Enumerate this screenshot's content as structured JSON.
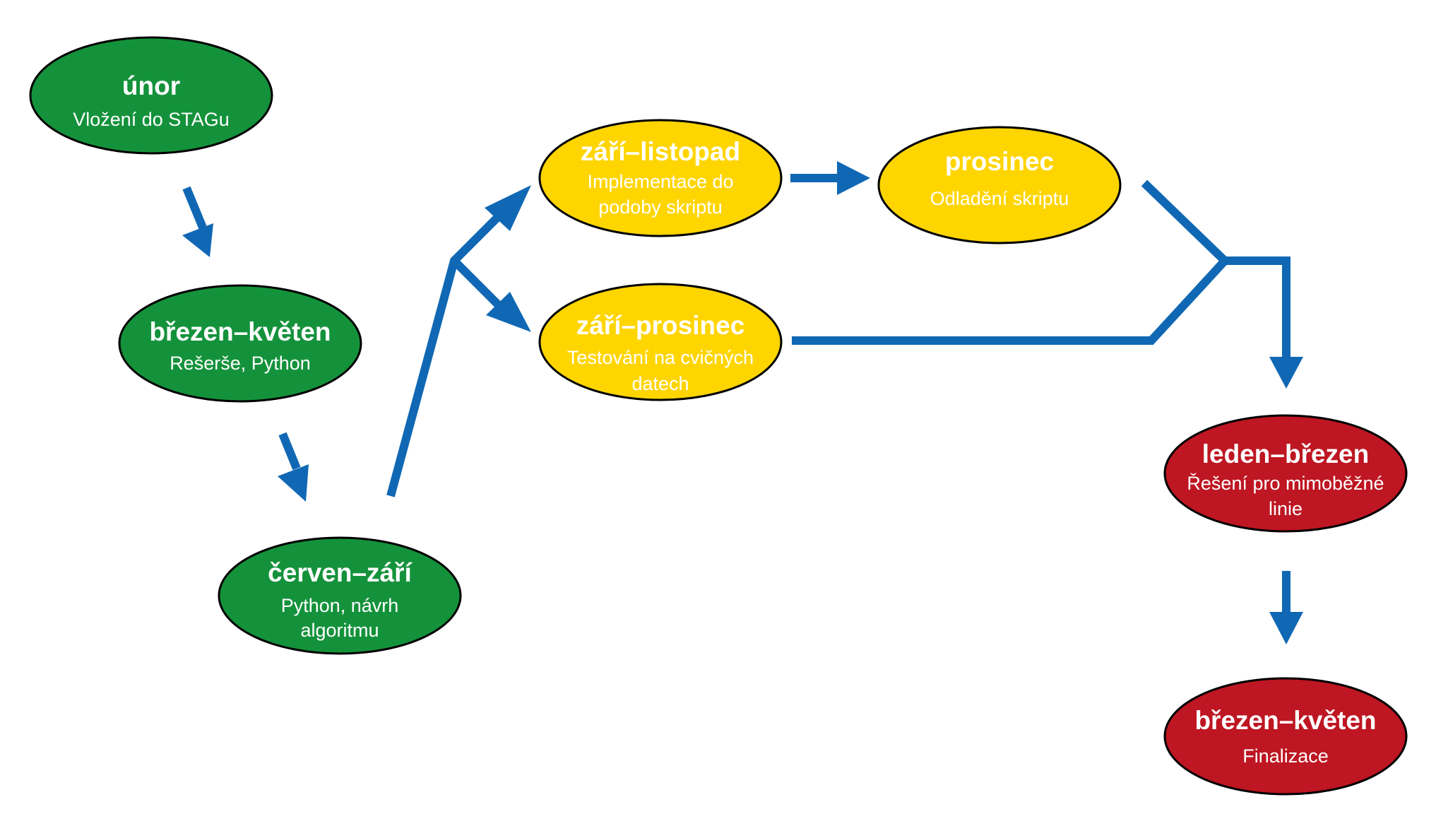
{
  "colors": {
    "green": "#14923b",
    "yellow": "#ffd500",
    "red": "#be1622",
    "arrow": "#1068b4",
    "outline": "#000000",
    "text": "#ffffff"
  },
  "nodes": {
    "unor": {
      "title": "únor",
      "sub": [
        "Vložení do STAGu"
      ]
    },
    "brezen_kveten_1": {
      "title": "březen–květen",
      "sub": [
        "Rešerše, Python"
      ]
    },
    "cerven_zari": {
      "title": "červen–září",
      "sub": [
        "Python, návrh",
        "algoritmu"
      ]
    },
    "zari_listopad": {
      "title": "září–listopad",
      "sub": [
        "Implementace do",
        "podoby skriptu"
      ]
    },
    "zari_prosinec": {
      "title": "září–prosinec",
      "sub": [
        "Testování na cvičných",
        "datech"
      ]
    },
    "prosinec": {
      "title": "prosinec",
      "sub": [
        "Odladění skriptu"
      ]
    },
    "leden_brezen": {
      "title": "leden–březen",
      "sub": [
        "Řešení pro mimoběžné",
        "linie"
      ]
    },
    "brezen_kveten_2": {
      "title": "březen–květen",
      "sub": [
        "Finalizace"
      ]
    }
  }
}
